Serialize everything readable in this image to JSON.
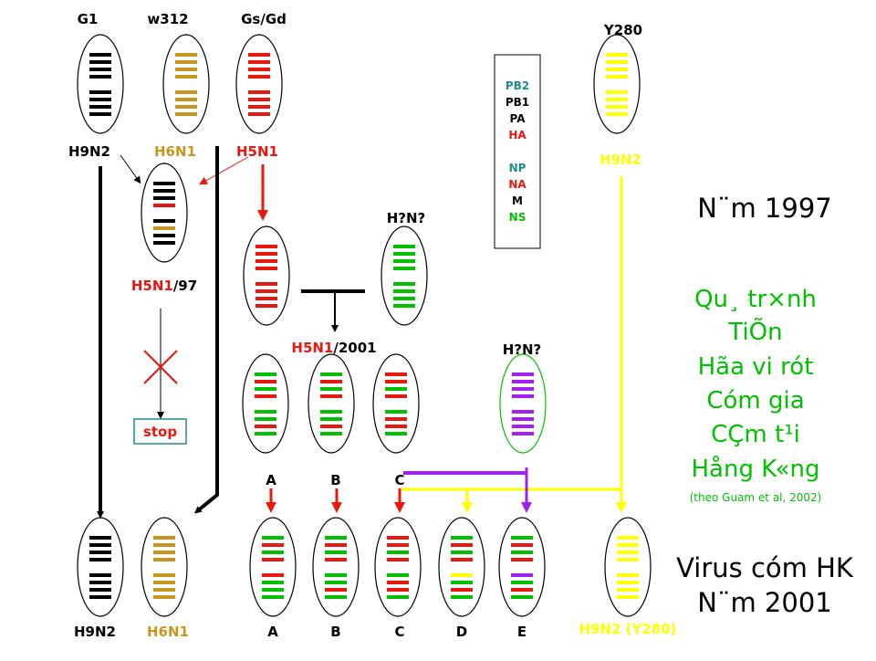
{
  "colors": {
    "black": "#000000",
    "gold": "#c8961e",
    "red": "#e8170f",
    "green": "#00c000",
    "yellow": "#ffff00",
    "purple": "#a020f0",
    "teal": "#1e8c8c"
  },
  "top_labels": {
    "g1": "G1",
    "w312": "w312",
    "gsgd": "Gs/Gd",
    "y280": "Y280"
  },
  "subtype_labels": {
    "h9n2_a": "H9N2",
    "h6n1_a": "H6N1",
    "h5n1_a": "H5N1",
    "h9n2_yellow": "H9N2",
    "hn_q1": "H?N?",
    "hn_q2": "H?N?",
    "h5n1_97_a": "H5N1",
    "h5n1_97_b": "/97",
    "h5n1_2001_a": "H5N1",
    "h5n1_2001_b": "/2001",
    "bottom_h9n2": "H9N2",
    "bottom_h6n1": "H6N1",
    "bottom_y280": "H9N2 (Y280)"
  },
  "stop_label": "stop",
  "segment_legend": [
    "PB2",
    "PB1",
    "PA",
    "HA",
    "NP",
    "NA",
    "M",
    "NS"
  ],
  "mid_letters": [
    "A",
    "B",
    "C"
  ],
  "bottom_letters": [
    "A",
    "B",
    "C",
    "D",
    "E"
  ],
  "right_text": {
    "year_1997": "N¨m 1997",
    "process_lines": [
      "Qu¸ tr×nh",
      "TiÕn",
      "Hãa vi rót",
      "Cóm gia",
      "CÇm t¹i",
      "Hång K«ng"
    ],
    "citation": "(theo Guam et al, 2002)",
    "virus_line1": "Virus cóm HK",
    "virus_line2": "N¨m 2001"
  }
}
